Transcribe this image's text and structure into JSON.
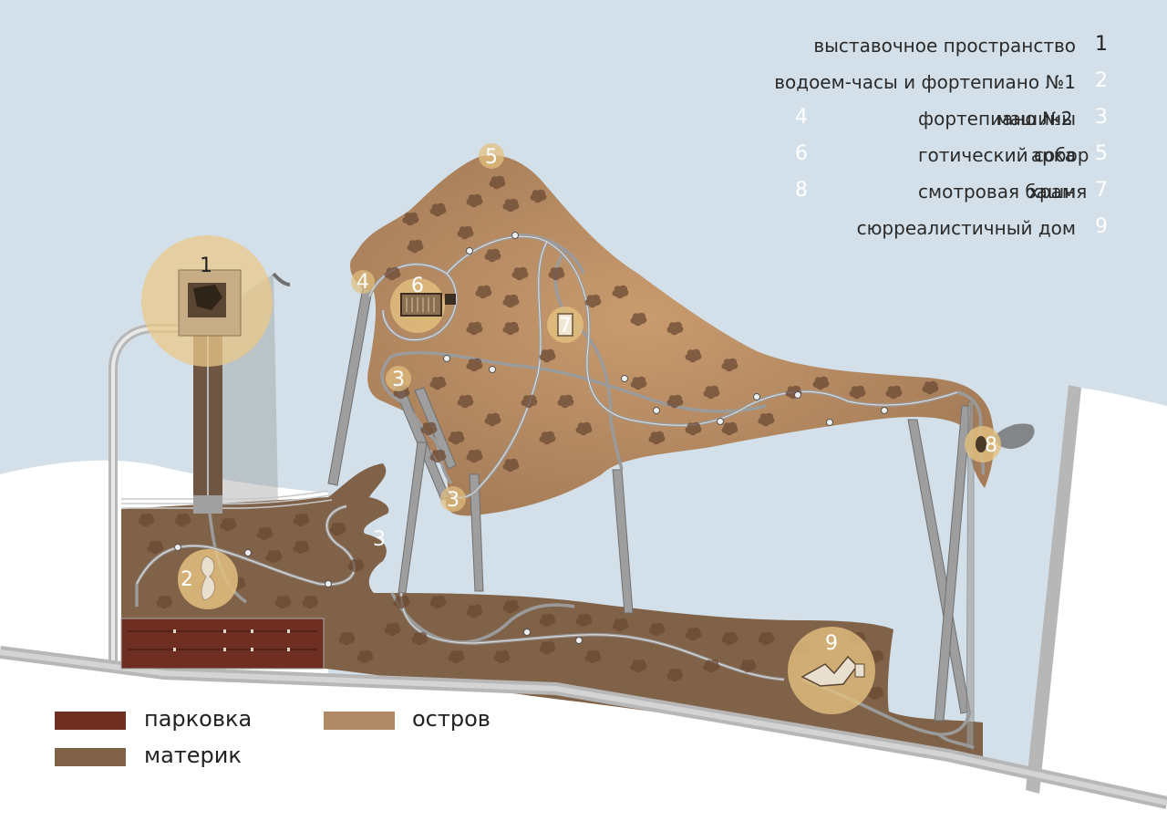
{
  "legend": {
    "items": [
      {
        "num": "1",
        "label": "выставочное пространство",
        "num_side": "right",
        "num_color": "dark"
      },
      {
        "num": "2",
        "label": "водоем-часы и фортепиано №1",
        "num_side": "right",
        "num_color": "light"
      },
      {
        "num": "3",
        "label": "машины",
        "num_side": "right",
        "num_color": "light"
      },
      {
        "num": "4",
        "label": "фортепиано №2",
        "num_side": "left",
        "num_color": "light"
      },
      {
        "num": "5",
        "label": "арка",
        "num_side": "right",
        "num_color": "light"
      },
      {
        "num": "6",
        "label": "готический собор",
        "num_side": "left",
        "num_color": "light"
      },
      {
        "num": "7",
        "label": "храм",
        "num_side": "right",
        "num_color": "light"
      },
      {
        "num": "8",
        "label": "смотровая башня",
        "num_side": "left",
        "num_color": "light"
      },
      {
        "num": "9",
        "label": "сюрреалистичный дом",
        "num_side": "right",
        "num_color": "light"
      }
    ]
  },
  "key": {
    "parking": {
      "label": "парковка",
      "color": "#6e2e22"
    },
    "island": {
      "label": "остров",
      "color": "#b08966"
    },
    "mainland": {
      "label": "материк",
      "color": "#7f6248"
    }
  },
  "markers": {
    "m1": "1",
    "m2": "2",
    "m3a": "3",
    "m3b": "3",
    "m3c": "3",
    "m4": "4",
    "m5": "5",
    "m6": "6",
    "m7": "7",
    "m8": "8",
    "m9": "9"
  },
  "colors": {
    "water": "#d3e0e9",
    "land_white": "#ffffff",
    "island": "#ab8461",
    "mainland": "#7f6248",
    "parking": "#6e2e22",
    "path": "#b7b7b7",
    "highlight": "#e7c98a"
  }
}
